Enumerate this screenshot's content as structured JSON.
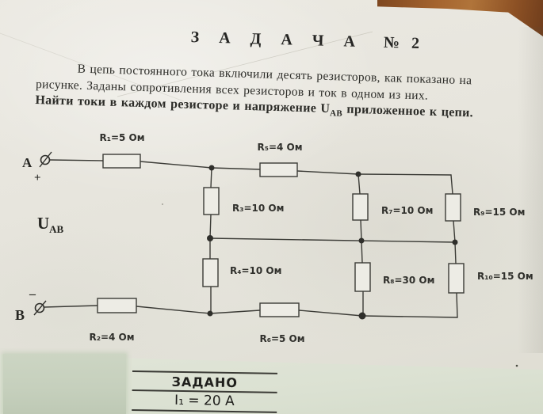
{
  "colors": {
    "paper": "#e8e6de",
    "lower_sheet": "#dbe1d2",
    "wood_desk": "#9a5b2c",
    "ink": "#2d2d29"
  },
  "header": {
    "title": "З А Д А Ч А",
    "number": "№  2"
  },
  "problem_text": {
    "line1": "В цепь постоянного тока включили десять резисторов, как показано на",
    "line2": "рисунке. Заданы сопротивления всех резисторов и ток в одном из них.",
    "line3_before_sub": "Найти токи в каждом резисторе и напряжение U",
    "line3_sub": "АВ",
    "line3_after_sub": " приложенное к цепи."
  },
  "circuit": {
    "terminal_a_label": "А",
    "terminal_b_label": "В",
    "polarity_plus": "+",
    "polarity_minus": "–",
    "voltage_label_main": "U",
    "voltage_label_sub": "АВ",
    "resistors": {
      "r1": "R₁=5 Ом",
      "r2": "R₂=4 Ом",
      "r3": "R₃=10 Ом",
      "r4": "R₄=10 Ом",
      "r5": "R₅=4 Ом",
      "r6": "R₆=5 Ом",
      "r7": "R₇=10 Ом",
      "r8": "R₈=30 Ом",
      "r9": "R₉=15 Ом",
      "r10": "R₁₀=15 Ом"
    }
  },
  "given_table": {
    "header": "ЗАДАНО",
    "row1": "I₁ = 20 А"
  }
}
